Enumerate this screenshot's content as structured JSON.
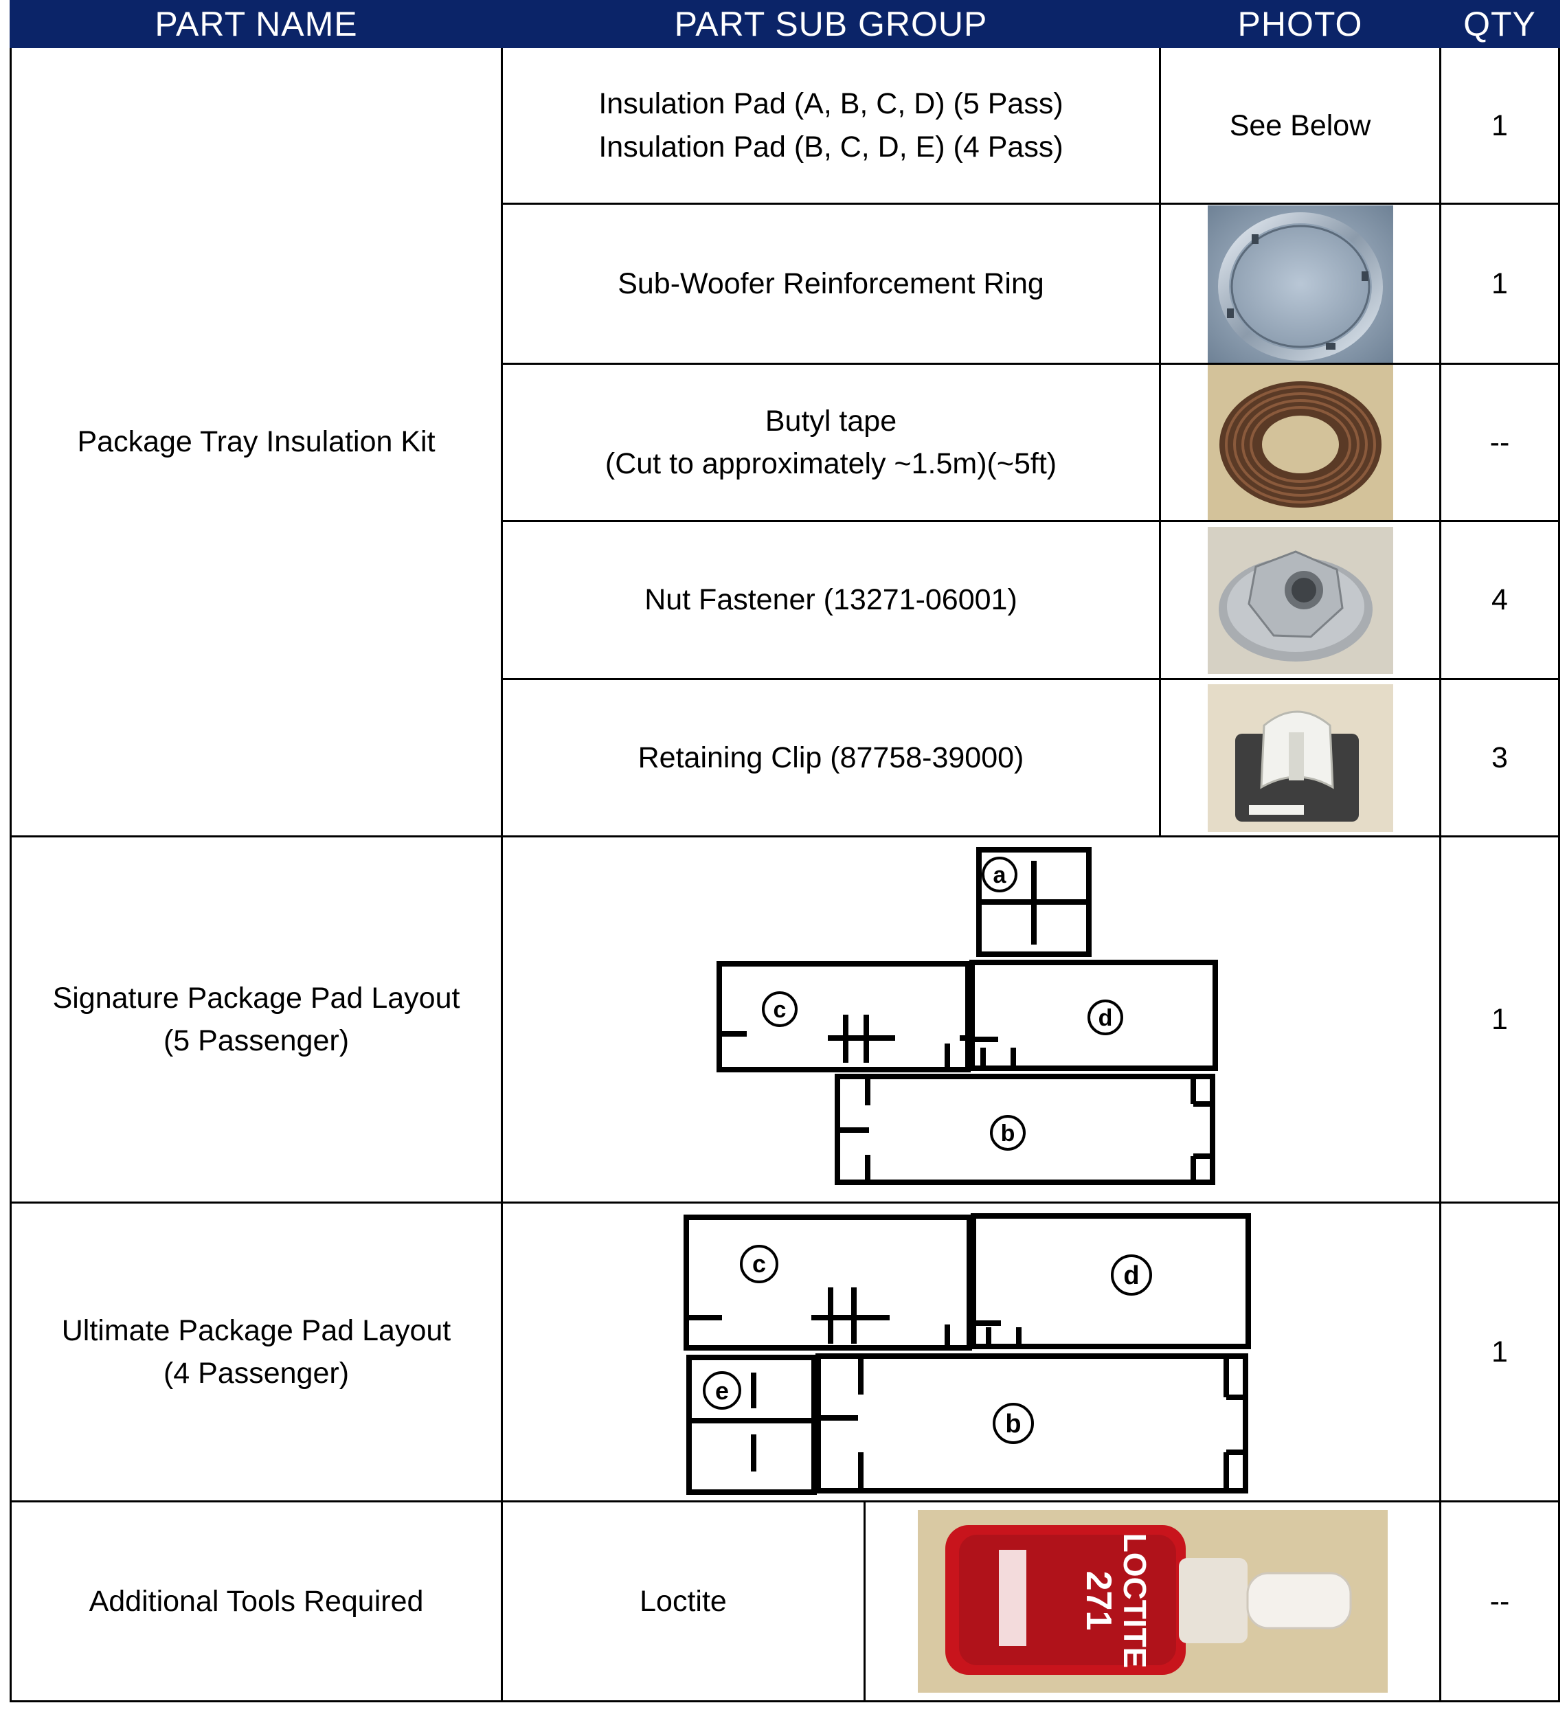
{
  "headers": {
    "part_name": "PART NAME",
    "part_sub_group": "PART SUB GROUP",
    "photo": "PHOTO",
    "qty": "QTY"
  },
  "kit": {
    "part_name": "Package Tray Insulation Kit",
    "rows": [
      {
        "sub_group_line1": "Insulation Pad (A, B, C, D) (5 Pass)",
        "sub_group_line2": "Insulation Pad (B, C, D, E) (4 Pass)",
        "photo_text": "See Below",
        "qty": "1"
      },
      {
        "sub_group": "Sub-Woofer Reinforcement Ring",
        "photo_icon": "metal-ring-photo",
        "qty": "1"
      },
      {
        "sub_group_line1": "Butyl tape",
        "sub_group_line2": "(Cut to approximately ~1.5m)(~5ft)",
        "photo_icon": "butyl-tape-roll-photo",
        "qty": "--"
      },
      {
        "sub_group": "Nut Fastener (13271-06001)",
        "photo_icon": "flange-nut-photo",
        "qty": "4"
      },
      {
        "sub_group": "Retaining Clip (87758-39000)",
        "photo_icon": "retaining-clip-photo",
        "qty": "3"
      }
    ]
  },
  "signature": {
    "part_name_line1": "Signature Package Pad Layout",
    "part_name_line2": "(5 Passenger)",
    "labels": {
      "a": "a",
      "b": "b",
      "c": "c",
      "d": "d"
    },
    "qty": "1"
  },
  "ultimate": {
    "part_name_line1": "Ultimate Package Pad Layout",
    "part_name_line2": "(4 Passenger)",
    "labels": {
      "b": "b",
      "c": "c",
      "d": "d",
      "e": "e"
    },
    "qty": "1"
  },
  "tools": {
    "part_name": "Additional Tools Required",
    "sub_group": "Loctite",
    "photo_icon": "loctite-bottle-photo",
    "bottle_brand": "LOCTITE",
    "bottle_number": "271",
    "qty": "--"
  },
  "colors": {
    "header_bg": "#0b2468",
    "header_text": "#ffffff",
    "loctite_red": "#c8141c",
    "photo_bg": "#d9c9a3"
  }
}
